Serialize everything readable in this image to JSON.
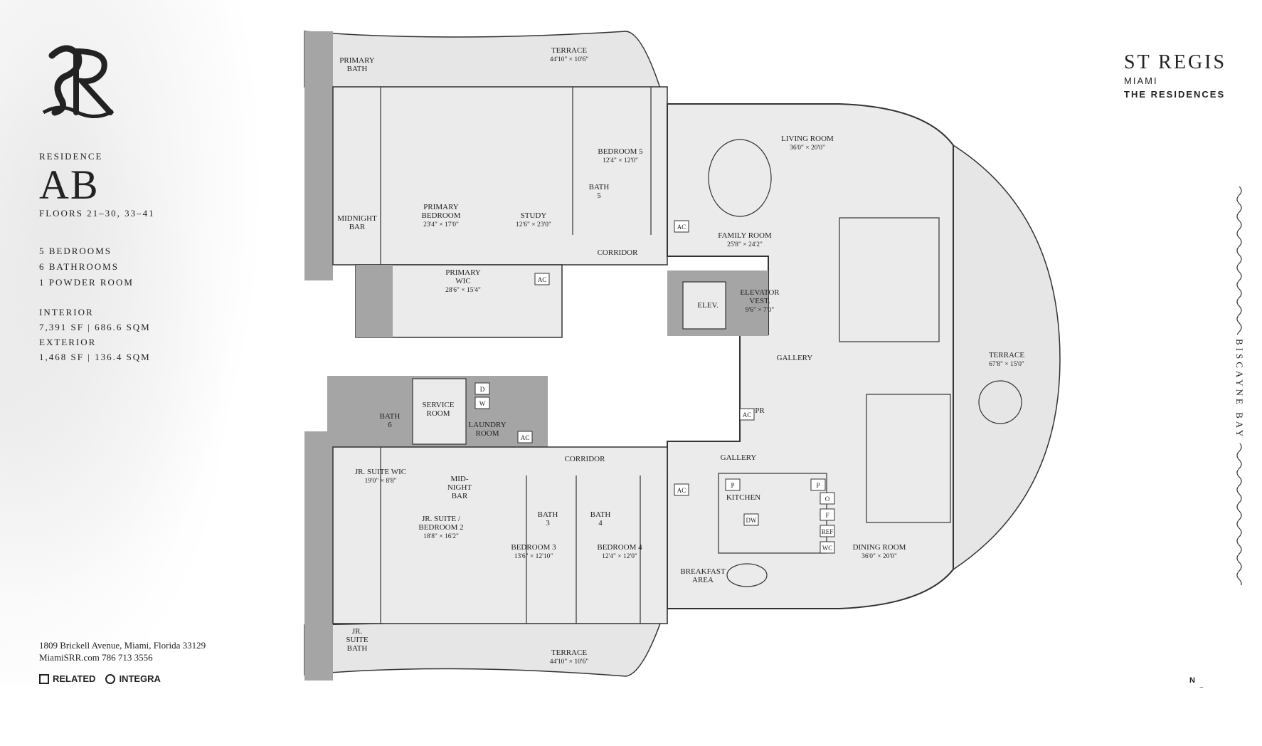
{
  "residence": {
    "label": "RESIDENCE",
    "code": "AB",
    "floors": "FLOORS 21–30, 33–41",
    "specs": [
      "5 BEDROOMS",
      "6 BATHROOMS",
      "1 POWDER ROOM"
    ],
    "interior_label": "INTERIOR",
    "interior_value": "7,391 SF | 686.6 SQM",
    "exterior_label": "EXTERIOR",
    "exterior_value": "1,468 SF | 136.4 SQM"
  },
  "address": {
    "line1": "1809 Brickell Avenue, Miami, Florida 33129",
    "line2": "MiamiSRR.com  786 713 3556"
  },
  "brands": [
    "RELATED",
    "INTEGRA"
  ],
  "logo": {
    "brand": "ST REGIS",
    "city": "MIAMI",
    "tagline": "THE RESIDENCES",
    "monogram": "SR"
  },
  "compass": "N",
  "water": "BISCAYNE BAY",
  "colors": {
    "wall": "#a3a3a3",
    "floor": "#ebebeb",
    "terrace": "#e3e3e3",
    "line": "#333333"
  },
  "rooms": [
    {
      "id": "terrace-top",
      "name": "TERRACE",
      "dim": "44'10\" × 10'6\""
    },
    {
      "id": "primary-bath",
      "name": "PRIMARY\nBATH",
      "dim": ""
    },
    {
      "id": "primary-bedroom",
      "name": "PRIMARY\nBEDROOM",
      "dim": "23'4\" × 17'0\""
    },
    {
      "id": "study",
      "name": "STUDY",
      "dim": "12'6\" × 23'0\""
    },
    {
      "id": "bedroom5",
      "name": "BEDROOM 5",
      "dim": "12'4\" × 12'0\""
    },
    {
      "id": "bath5",
      "name": "BATH\n5",
      "dim": ""
    },
    {
      "id": "living-room",
      "name": "LIVING ROOM",
      "dim": "36'0\" × 20'0\""
    },
    {
      "id": "family-room",
      "name": "FAMILY ROOM",
      "dim": "25'8\" × 24'2\""
    },
    {
      "id": "midnight-bar-top",
      "name": "MIDNIGHT\nBAR",
      "dim": ""
    },
    {
      "id": "corridor-top",
      "name": "CORRIDOR",
      "dim": ""
    },
    {
      "id": "primary-wic",
      "name": "PRIMARY\nWIC",
      "dim": "28'6\" × 15'4\""
    },
    {
      "id": "elev",
      "name": "ELEV.",
      "dim": ""
    },
    {
      "id": "elevator-vest",
      "name": "ELEVATOR\nVEST.",
      "dim": "9'6\" × 7'0\""
    },
    {
      "id": "gallery-1",
      "name": "GALLERY",
      "dim": ""
    },
    {
      "id": "terrace-right",
      "name": "TERRACE",
      "dim": "67'8\" × 15'0\""
    },
    {
      "id": "service-room",
      "name": "SERVICE\nROOM",
      "dim": ""
    },
    {
      "id": "bath6",
      "name": "BATH\n6",
      "dim": ""
    },
    {
      "id": "laundry",
      "name": "LAUNDRY\nROOM",
      "dim": ""
    },
    {
      "id": "pr",
      "name": "PR",
      "dim": ""
    },
    {
      "id": "corridor-bottom",
      "name": "CORRIDOR",
      "dim": ""
    },
    {
      "id": "gallery-2",
      "name": "GALLERY",
      "dim": ""
    },
    {
      "id": "jr-suite-wic",
      "name": "JR. SUITE WIC",
      "dim": "19'0\" × 8'8\""
    },
    {
      "id": "midnight-bar-bottom",
      "name": "MID-\nNIGHT\nBAR",
      "dim": ""
    },
    {
      "id": "kitchen",
      "name": "KITCHEN",
      "dim": ""
    },
    {
      "id": "jr-suite",
      "name": "JR. SUITE /\nBEDROOM 2",
      "dim": "18'8\" × 16'2\""
    },
    {
      "id": "bath3",
      "name": "BATH\n3",
      "dim": ""
    },
    {
      "id": "bath4",
      "name": "BATH\n4",
      "dim": ""
    },
    {
      "id": "bedroom3",
      "name": "BEDROOM 3",
      "dim": "13'6\" × 12'10\""
    },
    {
      "id": "bedroom4",
      "name": "BEDROOM 4",
      "dim": "12'4\" × 12'0\""
    },
    {
      "id": "breakfast",
      "name": "BREAKFAST\nAREA",
      "dim": ""
    },
    {
      "id": "dining-room",
      "name": "DINING ROOM",
      "dim": "36'0\" × 20'0\""
    },
    {
      "id": "jr-suite-bath",
      "name": "JR.\nSUITE\nBATH",
      "dim": ""
    },
    {
      "id": "terrace-bottom",
      "name": "TERRACE",
      "dim": "44'10\" × 10'6\""
    }
  ],
  "fixture_tags": [
    "AC",
    "AC",
    "AC",
    "AC",
    "AC",
    "D",
    "W",
    "DW",
    "P",
    "P",
    "O",
    "F",
    "REF",
    "WC"
  ]
}
